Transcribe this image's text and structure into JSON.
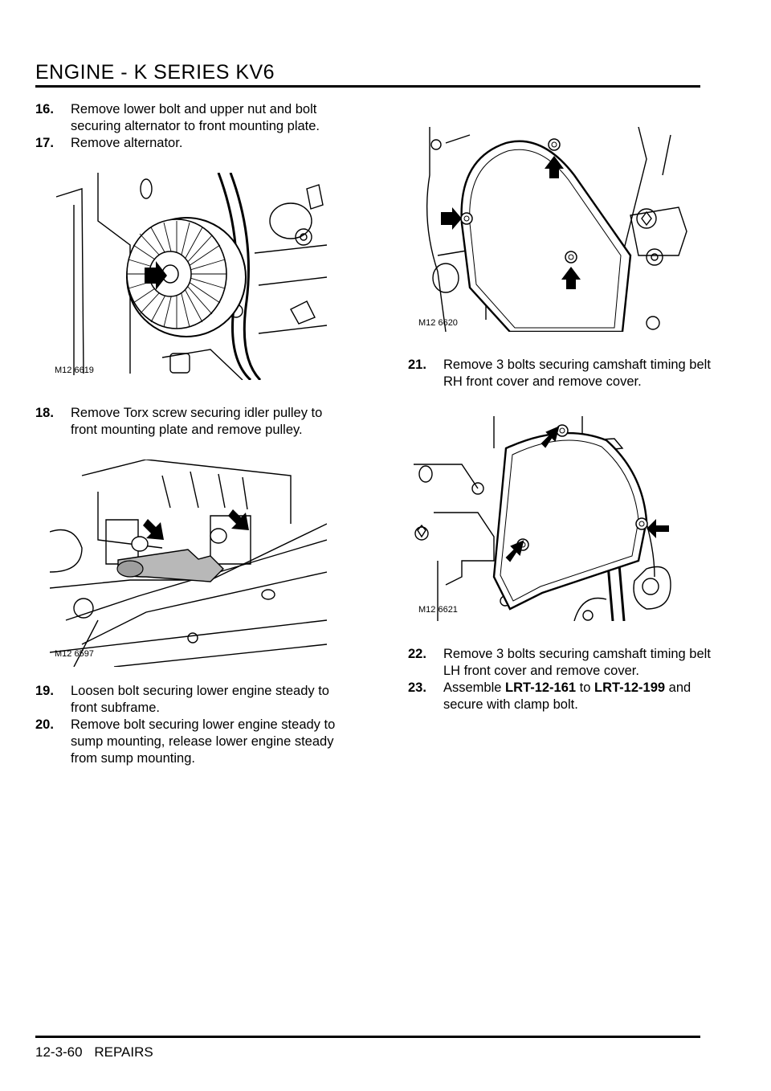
{
  "header": {
    "title": "ENGINE - K SERIES KV6"
  },
  "footer": {
    "page_number": "12-3-60",
    "section": "REPAIRS"
  },
  "left_column": {
    "step16": {
      "num": "16.",
      "text": "Remove lower bolt and upper nut and bolt securing alternator to front mounting plate."
    },
    "step17": {
      "num": "17.",
      "text": "Remove alternator."
    },
    "figure1": {
      "label": "M12 6619"
    },
    "step18": {
      "num": "18.",
      "text": "Remove Torx screw securing idler pulley to front mounting plate and remove pulley."
    },
    "figure2": {
      "label": "M12 6597"
    },
    "step19": {
      "num": "19.",
      "text": "Loosen bolt securing lower engine steady to front subframe."
    },
    "step20": {
      "num": "20.",
      "text": "Remove bolt securing lower engine steady to sump mounting,  release lower engine steady from sump mounting."
    }
  },
  "right_column": {
    "figure3": {
      "label": "M12 6620"
    },
    "step21": {
      "num": "21.",
      "text": "Remove 3 bolts securing camshaft timing belt RH front cover and remove cover."
    },
    "figure4": {
      "label": "M12 6621"
    },
    "step22": {
      "num": "22.",
      "text": "Remove 3 bolts securing camshaft timing belt LH front cover and remove cover."
    },
    "step23": {
      "num": "23.",
      "prefix": "Assemble ",
      "tool1": "LRT-12-161",
      "middle": " to ",
      "tool2": "LRT-12-199",
      "suffix": " and secure with clamp bolt."
    }
  }
}
